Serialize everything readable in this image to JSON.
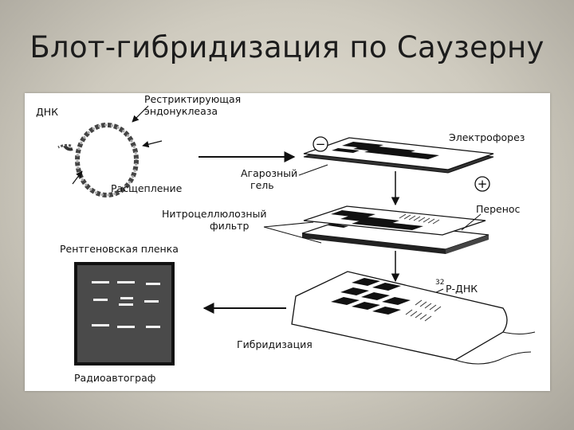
{
  "title": "Блот-гибридизация по Саузерну",
  "diagram": {
    "labels": {
      "dna": "ДНК",
      "restriction_line1": "Рестриктирующая",
      "restriction_line2": "эндонуклеаза",
      "cleavage": "Расщепление",
      "electrophoresis": "Электрофорез",
      "agarose_line1": "Агарозный",
      "agarose_line2": "гель",
      "nitrocellulose_line1": "Нитроцеллюлозный",
      "nitrocellulose_line2": "фильтр",
      "transfer": "Перенос",
      "xray_film": "Рентгеновская пленка",
      "probe_superscript": "32",
      "probe": "Р-ДНК",
      "hybridization": "Гибридизация",
      "autoradiograph": "Радиоавтограф",
      "minus_sign": "−",
      "plus_sign": "+"
    }
  }
}
